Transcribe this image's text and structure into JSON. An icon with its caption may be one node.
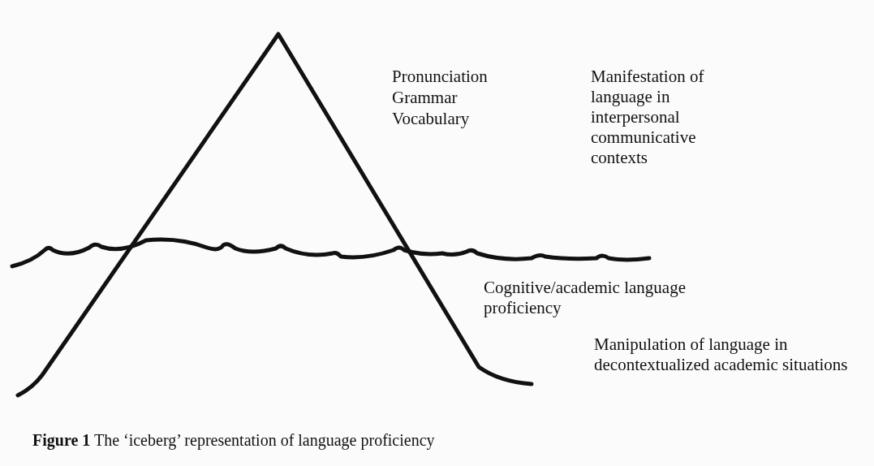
{
  "diagram": {
    "caption": "**Figure 1** The ‘iceberg’ representation of language proficiency",
    "labels": [
      "Pronunciation",
      "Grammar",
      "Vocabulary",
      "Manifestation of language in interpersonal communicative contexts",
      "Cognitive/academic language proficiency",
      "Manipulation of language in decontextualized academic situations"
    ]
  }
}
